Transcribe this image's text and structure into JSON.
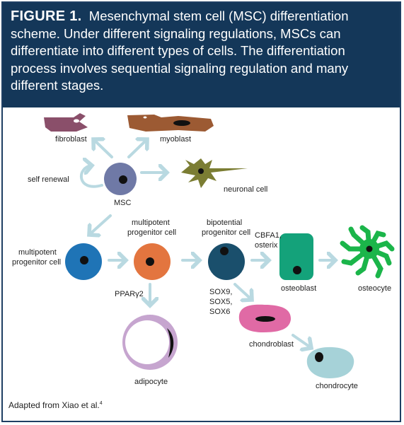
{
  "header": {
    "figure_label": "FIGURE 1.",
    "caption": "Mesenchymal stem cell (MSC) differentiation scheme. Under different signaling regulations, MSCs can differentiate into different types of cells. The differentiation process involves sequential signaling regulation and many different stages."
  },
  "cells": {
    "fibroblast": "fibroblast",
    "myoblast": "myoblast",
    "self_renewal": "self renewal",
    "msc": "MSC",
    "neuronal": "neuronal cell",
    "multipotent_left_1": "multipotent",
    "multipotent_left_2": "progenitor cell",
    "multipotent_top_1": "multipotent",
    "multipotent_top_2": "progenitor cell",
    "bipotential_1": "bipotential",
    "bipotential_2": "progenitor cell",
    "osteoblast": "osteoblast",
    "osteocyte": "osteocyte",
    "chondroblast": "chondroblast",
    "chondrocyte": "chondrocyte",
    "adipocyte": "adipocyte"
  },
  "signals": {
    "cbfa1": "CBFA1,",
    "osterix": "osterix",
    "ppar": "PPARγ2",
    "sox9": "SOX9,",
    "sox5": "SOX5,",
    "sox6": "SOX6"
  },
  "footnote": {
    "text": "Adapted from Xiao et al.",
    "ref": "4"
  },
  "colors": {
    "header_bg": "#143759",
    "arrow": "#b9d9e1",
    "msc": "#6f79a6",
    "fibroblast": "#8a4f6a",
    "myoblast": "#9c5a33",
    "neuronal": "#7b7d33",
    "progenitor_blue": "#1f74b6",
    "progenitor_orange": "#e3753f",
    "bipotential": "#1a4f6c",
    "osteoblast": "#14a27a",
    "osteocyte": "#1bb54a",
    "chondroblast": "#e06aa5",
    "chondrocyte": "#a6d2d8",
    "adipocyte": "#c6a5cf"
  }
}
